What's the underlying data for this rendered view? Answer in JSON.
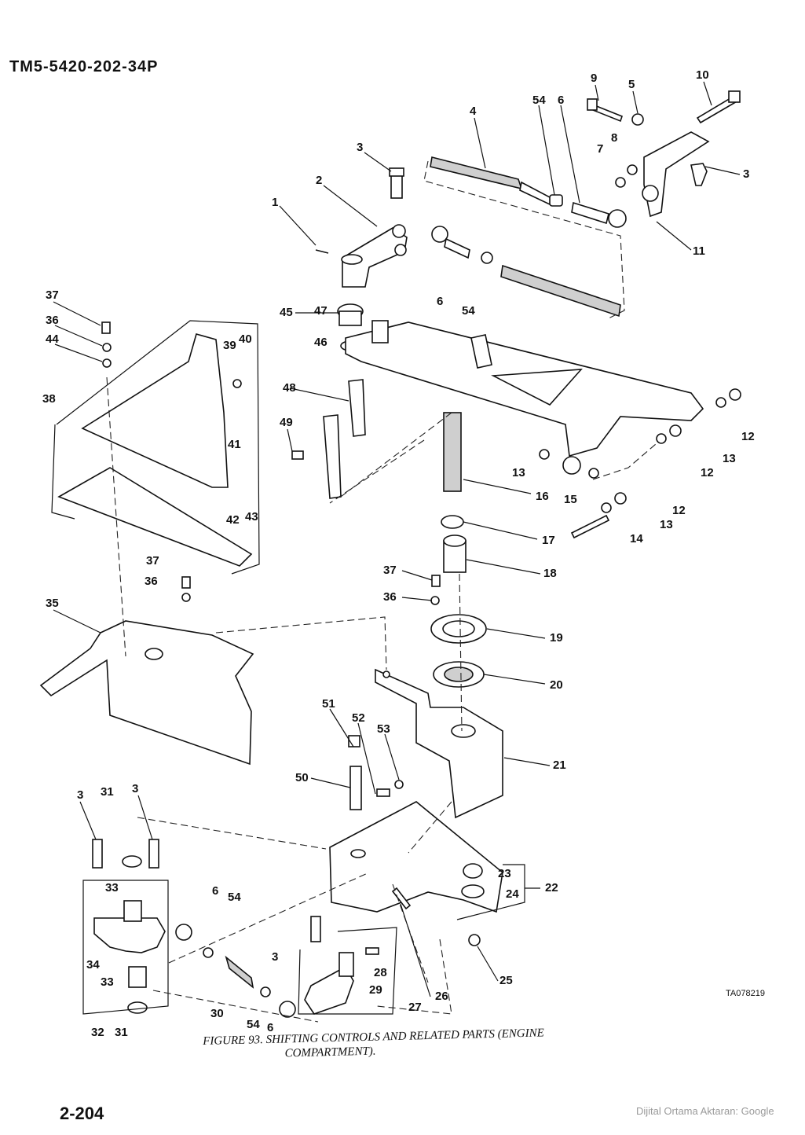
{
  "header": {
    "doc_id": "TM5-5420-202-34P"
  },
  "figure": {
    "caption_line1": "FIGURE 93. SHIFTING CONTROLS AND RELATED PARTS (ENGINE",
    "caption_line2": "COMPARTMENT).",
    "ta_code": "TA078219",
    "callouts": [
      "1",
      "2",
      "3",
      "4",
      "54",
      "6",
      "9",
      "5",
      "10",
      "7",
      "8",
      "3",
      "11",
      "6",
      "54",
      "45",
      "47",
      "46",
      "48",
      "49",
      "16",
      "13",
      "15",
      "12",
      "13",
      "12",
      "13",
      "12",
      "14",
      "17",
      "18",
      "19",
      "20",
      "21",
      "37",
      "36",
      "44",
      "38",
      "39",
      "40",
      "41",
      "42",
      "43",
      "37",
      "36",
      "35",
      "37",
      "36",
      "51",
      "52",
      "53",
      "50",
      "3",
      "31",
      "3",
      "33",
      "34",
      "33",
      "32",
      "31",
      "6",
      "54",
      "30",
      "3",
      "54",
      "6",
      "28",
      "29",
      "27",
      "26",
      "23",
      "24",
      "22",
      "25"
    ]
  },
  "footer": {
    "page_number": "2-204",
    "credit": "Dijital Ortama Aktaran: Google"
  }
}
